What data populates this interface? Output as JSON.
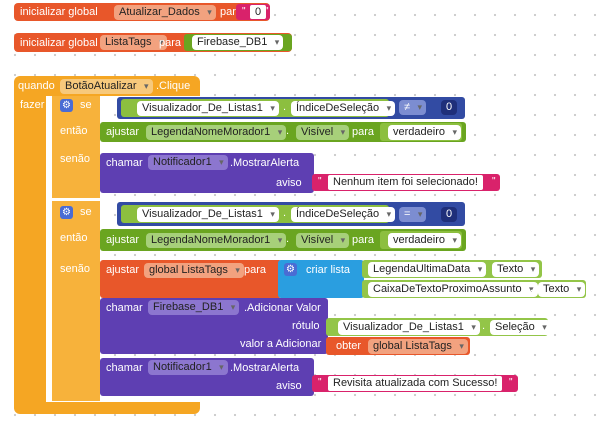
{
  "blocks": {
    "init1": {
      "keyword": "inicializar global",
      "var": "Atualizar_Dados",
      "para": "para",
      "value": "0"
    },
    "init2": {
      "keyword": "inicializar global",
      "var": "ListaTags",
      "para": "para",
      "value": "Firebase_DB1"
    },
    "event": {
      "quando": "quando",
      "component": "BotãoAtualizar",
      "event": ".Clique",
      "fazer": "fazer",
      "if1": {
        "se": "se",
        "entao": "então",
        "senao": "senão",
        "component": "Visualizador_De_Listas1",
        "prop": "ÍndiceDeSeleção",
        "op": "≠",
        "value": "0",
        "then_set": {
          "ajustar": "ajustar",
          "component": "LegendaNomeMorador1",
          "prop": "Visível",
          "para": "para",
          "value": "verdadeiro"
        },
        "else_call": {
          "chamar": "chamar",
          "component": "Notificador1",
          "method": ".MostrarAlerta",
          "arg": "aviso",
          "text": "Nenhum item foi selecionado!"
        }
      },
      "if2": {
        "se": "se",
        "entao": "então",
        "senao": "senão",
        "component": "Visualizador_De_Listas1",
        "prop": "ÍndiceDeSeleção",
        "op": "=",
        "value": "0",
        "then_set": {
          "ajustar": "ajustar",
          "component": "LegendaNomeMorador1",
          "prop": "Visível",
          "para": "para",
          "value": "verdadeiro"
        },
        "else_set": {
          "ajustar": "ajustar",
          "var": "global ListaTags",
          "para": "para",
          "list": "criar lista",
          "item1_comp": "LegendaUltimaData",
          "item1_prop": "Texto",
          "item2_comp": "CaixaDeTextoProximoAssunto",
          "item2_prop": "Texto"
        },
        "else_call": {
          "chamar": "chamar",
          "component": "Firebase_DB1",
          "method": ".Adicionar Valor",
          "arg1": "rótulo",
          "arg1_comp": "Visualizador_De_Listas1",
          "arg1_prop": "Seleção",
          "arg2": "valor a Adicionar",
          "arg2_get": "obter",
          "arg2_var": "global ListaTags"
        },
        "else_call2": {
          "chamar": "chamar",
          "component": "Notificador1",
          "method": ".MostrarAlerta",
          "arg": "aviso",
          "text": "Revisita atualizada com Sucesso!"
        }
      }
    }
  }
}
